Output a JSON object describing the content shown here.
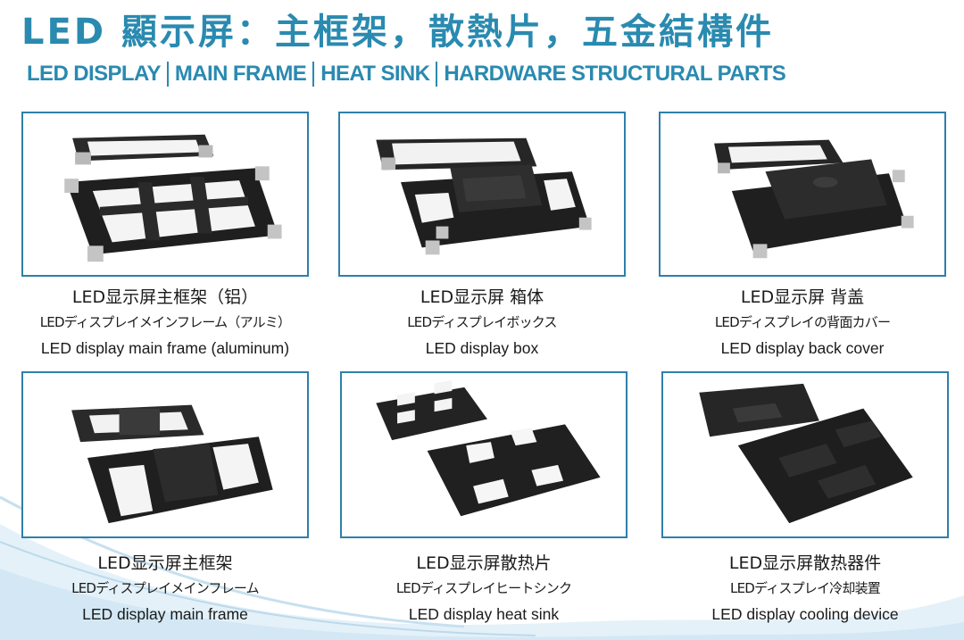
{
  "header": {
    "title": "LED 顯示屏：主框架，散熱片，五金結構件",
    "subtitle_parts": [
      "LED DISPLAY",
      "MAIN FRAME",
      "HEAT SINK",
      "HARDWARE STRUCTURAL PARTS"
    ]
  },
  "colors": {
    "accent": "#2a8ab0",
    "card_border": "#2e80a8",
    "caption_text": "#1a1a1a",
    "product_dark": "#232323"
  },
  "products": [
    {
      "zh": "LED显示屏主框架（铝）",
      "ja": "LEDディスプレイメインフレーム（アルミ）",
      "en": "LED display main frame (aluminum)"
    },
    {
      "zh": "LED显示屏 箱体",
      "ja": "LEDディスプレイボックス",
      "en": "LED display box"
    },
    {
      "zh": "LED显示屏  背盖",
      "ja": "LEDディスプレイの背面カバー",
      "en": "LED display back cover"
    },
    {
      "zh": "LED显示屏主框架",
      "ja": "LEDディスプレイメインフレーム",
      "en": "LED display main frame"
    },
    {
      "zh": "LED显示屏散热片",
      "ja": "LEDディスプレイヒートシンク",
      "en": "LED display heat sink"
    },
    {
      "zh": "LED显示屏散热器件",
      "ja": "LEDディスプレイ冷却装置",
      "en": "LED display cooling device"
    }
  ]
}
